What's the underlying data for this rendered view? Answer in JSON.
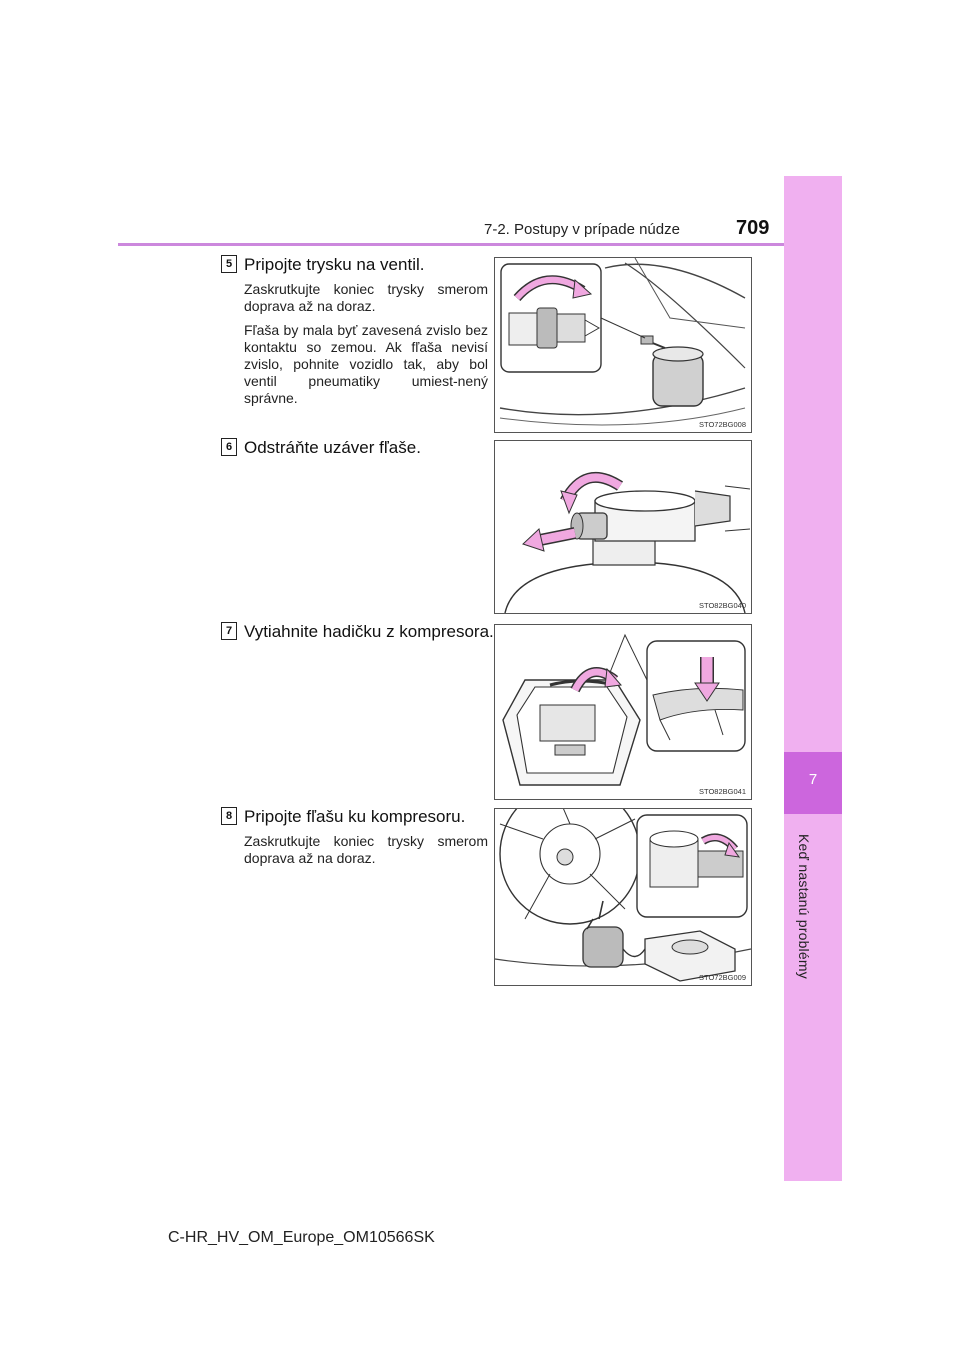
{
  "header": {
    "section": "7-2. Postupy v prípade núdze",
    "page_number": "709"
  },
  "side_tab": {
    "chapter_number": "7",
    "chapter_title": "Keď nastanú problémy"
  },
  "colors": {
    "tab_light": "#f0b0f0",
    "tab_dark": "#cc66dd",
    "arrow_pink": "#f0a8e0",
    "header_rule": "#cc88dd"
  },
  "steps": [
    {
      "badge": "5",
      "title": "Pripojte trysku na ventil.",
      "paragraphs": [
        "Zaskrutkujte koniec trysky smerom doprava až na doraz.",
        "Fľaša by mala byť zavesená zvislo bez kontaktu so zemou. Ak fľaša nevisí zvislo, pohnite vozidlo tak, aby bol ventil pneumatiky umiest-nený správne."
      ],
      "figure_code": "STO72BG008"
    },
    {
      "badge": "6",
      "title": "Odstráňte uzáver fľaše.",
      "paragraphs": [],
      "figure_code": "STO82BG040"
    },
    {
      "badge": "7",
      "title": "Vytiahnite hadičku z kompresora.",
      "paragraphs": [],
      "figure_code": "STO82BG041"
    },
    {
      "badge": "8",
      "title": "Pripojte fľašu ku kompresoru.",
      "paragraphs": [
        "Zaskrutkujte koniec trysky smerom doprava až na doraz."
      ],
      "figure_code": "STO72BG009"
    }
  ],
  "footer": {
    "document_id": "C-HR_HV_OM_Europe_OM10566SK"
  }
}
